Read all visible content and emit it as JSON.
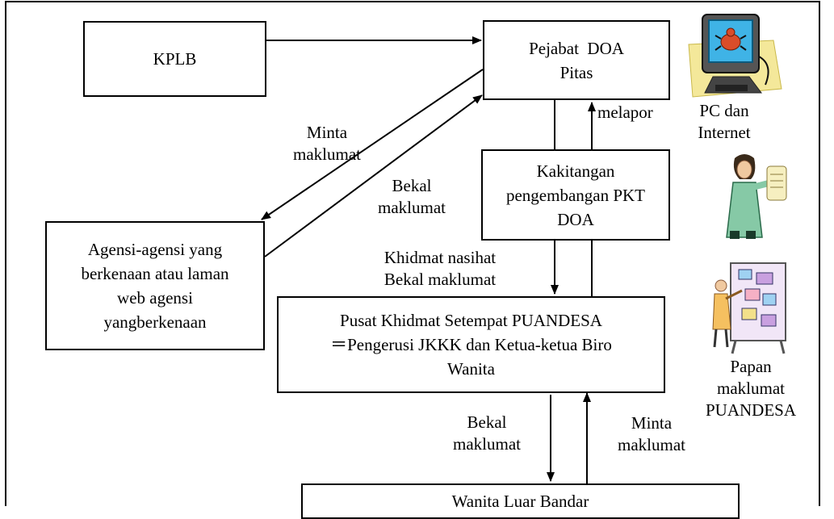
{
  "boxes": {
    "kplb": [
      "KPLB"
    ],
    "pejabat": [
      "Pejabat  DOA",
      "Pitas"
    ],
    "kakitangan": [
      "Kakitangan",
      "pengembangan PKT",
      "DOA"
    ],
    "agensi": [
      "Agensi-agensi yang",
      "berkenaan atau laman",
      "web agensi",
      "yangberkenaan"
    ],
    "pusat": [
      "Pusat Khidmat Setempat PUANDESA",
      "＝Pengerusi JKKK dan Ketua-ketua Biro",
      "Wanita"
    ],
    "wanita": [
      "Wanita Luar Bandar"
    ]
  },
  "labels": {
    "minta_maklumat_left": [
      "Minta",
      "maklumat"
    ],
    "bekal_maklumat_left": [
      "Bekal",
      "maklumat"
    ],
    "melapor": [
      "melapor"
    ],
    "khidmat": [
      "Khidmat nasihat",
      "Bekal maklumat"
    ],
    "bekal_maklumat_bottom": [
      "Bekal",
      "maklumat"
    ],
    "minta_maklumat_bottom": [
      "Minta",
      "maklumat"
    ]
  },
  "icons": {
    "pc": {
      "name": "computer-icon",
      "caption": [
        "PC dan",
        "Internet"
      ]
    },
    "person": {
      "name": "woman-reading-scroll-icon"
    },
    "board": {
      "name": "notice-board-icon",
      "caption": [
        "Papan",
        "maklumat",
        "PUANDESA"
      ]
    }
  }
}
